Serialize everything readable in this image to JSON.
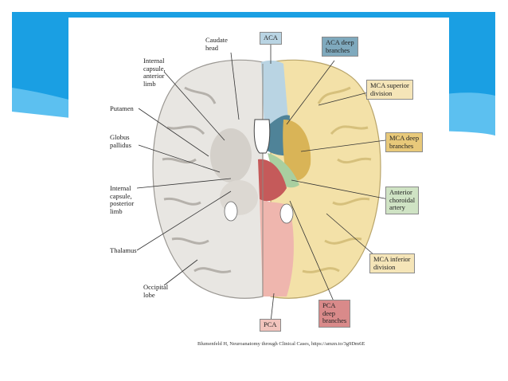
{
  "slide": {
    "colors": {
      "banner": "#1a9fe3",
      "banner_light": "#5cc0f0",
      "background": "#ffffff"
    }
  },
  "figure": {
    "left_labels": {
      "caudate_head": "Caudate\nhead",
      "internal_capsule_anterior": "Internal\ncapsule,\nanterior\nlimb",
      "putamen": "Putamen",
      "globus_pallidus": "Globus\npallidus",
      "internal_capsule_posterior": "Internal\ncapsule,\nposterior\nlimb",
      "thalamus": "Thalamus",
      "occipital_lobe": "Occipital\nlobe"
    },
    "territory_boxes": [
      {
        "text": "ACA",
        "color": "#b9d4e3"
      },
      {
        "text": "ACA deep\nbranches",
        "color": "#7fa9bd"
      },
      {
        "text": "MCA superior\ndivision",
        "color": "#f5e5b8"
      },
      {
        "text": "MCA deep\nbranches",
        "color": "#e8c97a"
      },
      {
        "text": "Anterior\nchoroidal\nartery",
        "color": "#cfe3c4"
      },
      {
        "text": "MCA inferior\ndivision",
        "color": "#f5e5b8"
      },
      {
        "text": "PCA\ndeep\nbranches",
        "color": "#d98a8a"
      },
      {
        "text": "PCA",
        "color": "#f2c4bd"
      }
    ],
    "credit": "Blumenfeld H, Neuroanatomy through Clinical Cases, https://amzn.to/3g9Dm6E"
  }
}
